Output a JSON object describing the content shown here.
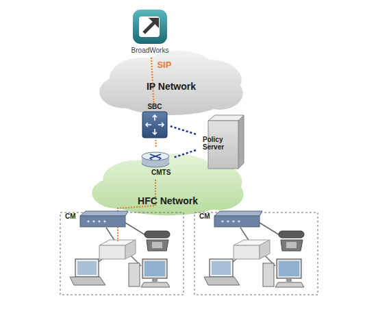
{
  "diagram": {
    "nodes": [
      {
        "text": [
          "BroadWorks"
        ]
      },
      {
        "text": [
          "IP Network"
        ]
      },
      {
        "text": [
          "SBC"
        ]
      },
      {
        "text": [
          "Policy Server"
        ]
      },
      {
        "text": [
          "CMTS"
        ]
      },
      {
        "text": [
          "HFC Network"
        ]
      },
      {
        "text": [
          "CM"
        ]
      },
      {
        "text": [
          "CM"
        ]
      }
    ],
    "edges": [
      {
        "from": 0,
        "to": 2,
        "label": "SIP",
        "arrow": "none"
      },
      {
        "from": 2,
        "to": 4,
        "arrow": "none"
      },
      {
        "from": 3,
        "to": 2,
        "arrow": "none"
      },
      {
        "from": 3,
        "to": 4,
        "arrow": "none"
      }
    ]
  }
}
